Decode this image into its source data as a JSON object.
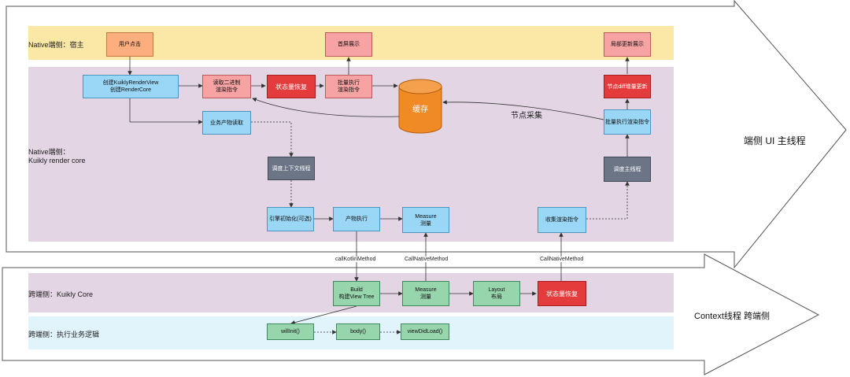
{
  "lanes": {
    "native_host": "Native端侧：宿主",
    "native_core": "Native端侧：\nKuikly render core",
    "cross_core": "跨端侧：Kuikly Core",
    "cross_logic": "跨端侧：执行业务逻辑"
  },
  "threads": {
    "ui_main": "端侧 UI 主线程",
    "context": "Context线程 跨端侧"
  },
  "nodes": {
    "user_click": "用户点击",
    "first_screen": "首屏展示",
    "local_update": "局部更新展示",
    "create_view": "创建KuiklyRenderView\n创建RenderCore",
    "read_binary": "读取二进制\n渲染指令",
    "state_restore_top": "状态量恢复",
    "batch_exec": "批量执行\n渲染指令",
    "cache": "缓存",
    "node_diff": "节点diff增量更新",
    "batch_exec_render": "批量执行渲染指令",
    "read_artifact": "业务产物读取",
    "schedule_context": "调度上下文线程",
    "schedule_main": "调度主线程",
    "engine_init": "引擎初始化(可选)",
    "artifact_exec": "产物执行",
    "measure_native": "Measure\n测量",
    "collect_render": "收集渲染指令",
    "build_tree": "Build\n构建View Tree",
    "measure_core": "Measure\n测量",
    "layout": "Layout\n布局",
    "state_restore_bottom": "状态量恢复",
    "will_init": "willInit()",
    "body": "body()",
    "view_did_load": "viewDidLoad()"
  },
  "edge_labels": {
    "node_collect": "节点采集",
    "call_kotlin": "callKotlinMethod",
    "call_native_1": "CallNativeMethod",
    "call_native_2": "CallNativeMethod"
  },
  "colors": {
    "host_lane": "#fbe8a6",
    "core_lane": "#e3d5e3",
    "cross_core_lane": "#e3d5e3",
    "logic_lane": "#e1f3fb",
    "cache": "#f08a24",
    "state_restore": "#e43c3c"
  }
}
